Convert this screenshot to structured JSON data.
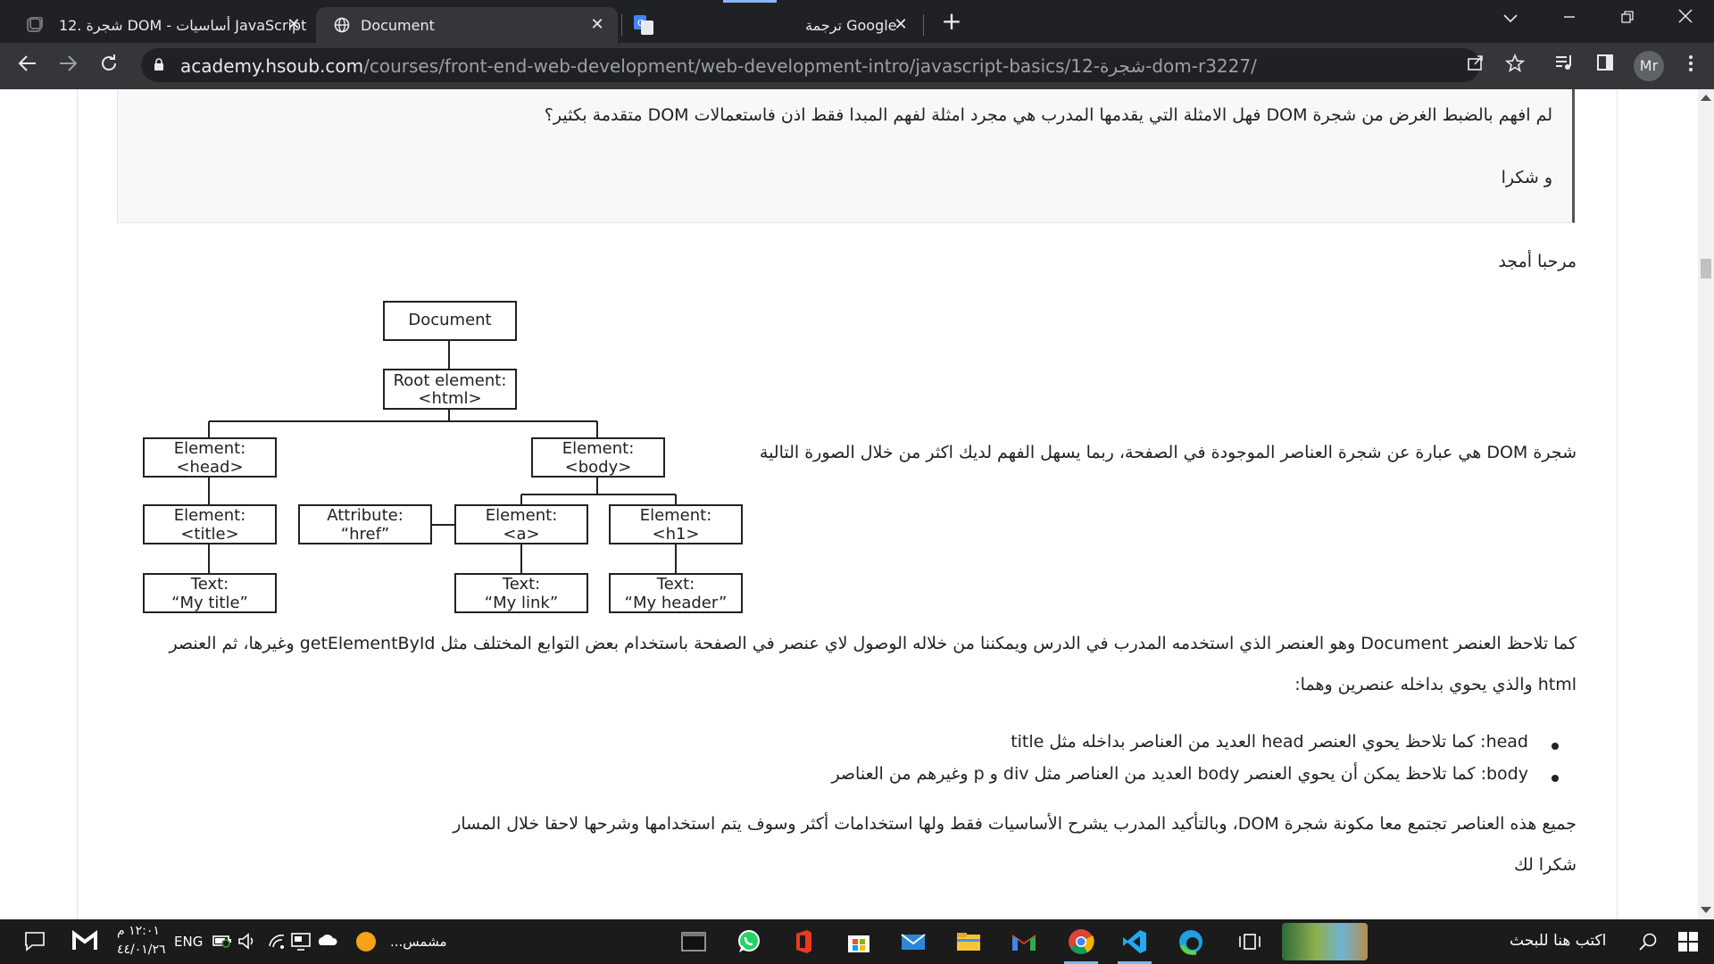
{
  "browser": {
    "tabs": [
      {
        "title": "12. شجرة DOM - أساسيات JavaScript",
        "close": "✕"
      },
      {
        "title": "Document",
        "close": "✕"
      },
      {
        "title": "ترجمة Google",
        "close": "✕"
      }
    ],
    "new_tab": "+",
    "url_host": "academy.hsoub.com",
    "url_path": "/courses/front-end-web-development/web-development-intro/javascript-basics/12-شجرة-dom-r3227/",
    "profile_initials": "Mr"
  },
  "post": {
    "quote_line1": "لم افهم بالضبط الغرض من شجرة DOM فهل الامثلة التي يقدمها المدرب هي مجرد امثلة لفهم المبدا فقط اذن فاستعمالات DOM متقدمة بكثير؟",
    "quote_line2": "و شكرا",
    "greeting": "مرحبا أمجد",
    "intro": "شجرة DOM هي عبارة عن شجرة العناصر الموجودة في الصفحة، ربما يسهل الفهم لديك اكثر من خلال الصورة التالية",
    "para1_line1": "كما تلاحظ العنصر Document وهو العنصر الذي استخدمه المدرب في الدرس ويمكننا من خلاله الوصول لاي عنصر في الصفحة باستخدام بعض التوابع المختلف مثل getElementById وغيرها، ثم العنصر",
    "para1_line2": "html والذي يحوي بداخله عنصرين وهما:",
    "bullets": [
      "head: كما تلاحظ يحوي العنصر head العديد من العناصر بداخله مثل title",
      "body: كما تلاحظ يمكن أن يحوي العنصر body العديد من العناصر مثل div و p وغيرهم من العناصر"
    ],
    "para2": "جميع هذه العناصر تجتمع معا مكونة شجرة DOM، وبالتأكيد المدرب يشرح الأساسيات فقط ولها استخدامات أكثر وسوف يتم استخدامها وشرحها لاحقا خلال المسار",
    "thanks": "شكرا لك"
  },
  "diagram": {
    "nodes": [
      {
        "id": "document",
        "lines": [
          "Document"
        ]
      },
      {
        "id": "root",
        "lines": [
          "Root element:",
          "<html>"
        ]
      },
      {
        "id": "head",
        "lines": [
          "Element:",
          "<head>"
        ]
      },
      {
        "id": "body",
        "lines": [
          "Element:",
          "<body>"
        ]
      },
      {
        "id": "title",
        "lines": [
          "Element:",
          "<title>"
        ]
      },
      {
        "id": "attr",
        "lines": [
          "Attribute:",
          "“href”"
        ]
      },
      {
        "id": "a",
        "lines": [
          "Element:",
          "<a>"
        ]
      },
      {
        "id": "h1",
        "lines": [
          "Element:",
          "<h1>"
        ]
      },
      {
        "id": "text_title",
        "lines": [
          "Text:",
          "“My title”"
        ]
      },
      {
        "id": "text_link",
        "lines": [
          "Text:",
          "“My link”"
        ]
      },
      {
        "id": "text_header",
        "lines": [
          "Text:",
          "“My header”"
        ]
      }
    ]
  },
  "taskbar": {
    "search_placeholder": "اكتب هنا للبحث",
    "time": "١٢:٠١ م",
    "date": "٤٤/٠١/٢٦",
    "lang": "ENG",
    "weather": "مشمس..."
  }
}
